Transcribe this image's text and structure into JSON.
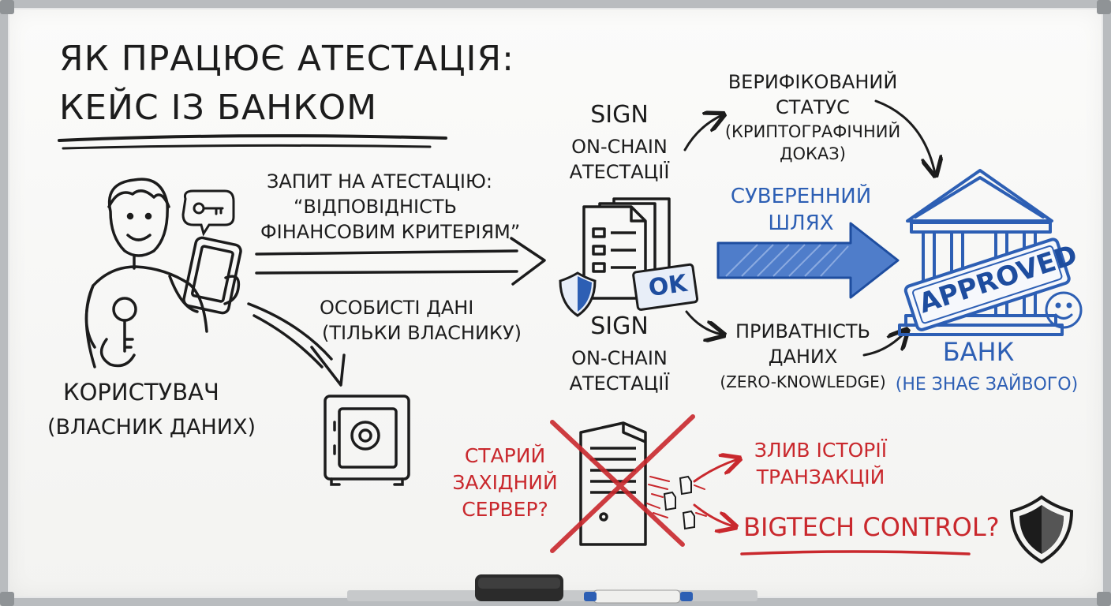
{
  "title": {
    "line1": "ЯК ПРАЦЮЄ АТЕСТАЦІЯ:",
    "line2": "КЕЙС ІЗ БАНКОМ"
  },
  "user": {
    "label": "КОРИСТУВАЧ",
    "sublabel": "(ВЛАСНИК ДАНИХ)"
  },
  "request": {
    "line1": "ЗАПИТ НА АТЕСТАЦІЮ:",
    "line2": "“ВІДПОВІДНІСТЬ",
    "line3": "ФІНАНСОВИМ КРИТЕРІЯМ”"
  },
  "personal": {
    "line1": "ОСОБИСТІ ДАНІ",
    "line2": "(ТІЛЬКИ ВЛАСНИКУ)"
  },
  "sign_top": {
    "line1": "SIGN",
    "line2": "ON-CHAIN",
    "line3": "АТЕСТАЦІЇ"
  },
  "sign_bottom": {
    "line1": "SIGN",
    "line2": "ON-CHAIN",
    "line3": "АТЕСТАЦІЇ"
  },
  "ok_stamp": "OK",
  "verified": {
    "line1": "ВЕРИФІКОВАНИЙ",
    "line2": "СТАТУС",
    "line3": "(КРИПТОГРАФІЧНИЙ",
    "line4": "ДОКАЗ)"
  },
  "sovereign": {
    "line1": "СУВЕРЕННИЙ",
    "line2": "ШЛЯХ"
  },
  "privacy": {
    "line1": "ПРИВАТНІСТЬ",
    "line2": "ДАНИХ",
    "line3": "(ZERO-KNOWLEDGE)"
  },
  "bank": {
    "label": "БАНК",
    "sublabel": "(НЕ ЗНАЄ ЗАЙВОГО)",
    "stamp": "APPROVED"
  },
  "old_server": {
    "line1": "СТАРИЙ",
    "line2": "ЗАХІДНИЙ",
    "line3": "СЕРВЕР?"
  },
  "leak": {
    "line1": "ЗЛИВ ІСТОРІЇ",
    "line2": "ТРАНЗАКЦІЙ"
  },
  "bigtech": "BIGTECH CONTROL?",
  "colors": {
    "ink": "#1c1c1c",
    "blue": "#2d5fb4",
    "red": "#c9282d"
  }
}
